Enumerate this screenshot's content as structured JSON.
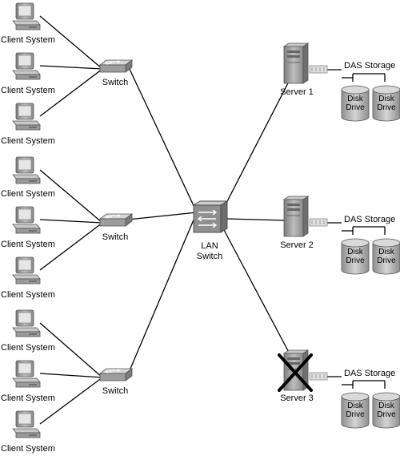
{
  "client_groups": [
    {
      "switch_label": "Switch",
      "clients": [
        "Client System",
        "Client System",
        "Client System"
      ]
    },
    {
      "switch_label": "Switch",
      "clients": [
        "Client System",
        "Client System",
        "Client System"
      ]
    },
    {
      "switch_label": "Switch",
      "clients": [
        "Client System",
        "Client System",
        "Client System"
      ]
    }
  ],
  "core_switch": {
    "label_line1": "LAN",
    "label_line2": "Switch"
  },
  "servers": [
    {
      "label": "Server 1",
      "failed": false,
      "storage_label": "DAS Storage",
      "disks": [
        {
          "line1": "Disk",
          "line2": "Drive"
        },
        {
          "line1": "Disk",
          "line2": "Drive"
        }
      ]
    },
    {
      "label": "Server 2",
      "failed": false,
      "storage_label": "DAS Storage",
      "disks": [
        {
          "line1": "Disk",
          "line2": "Drive"
        },
        {
          "line1": "Disk",
          "line2": "Drive"
        }
      ]
    },
    {
      "label": "Server 3",
      "failed": true,
      "storage_label": "DAS Storage",
      "disks": [
        {
          "line1": "Disk",
          "line2": "Drive"
        },
        {
          "line1": "Disk",
          "line2": "Drive"
        }
      ]
    }
  ],
  "colors": {
    "device_gray": "#a9a9a9",
    "device_dark": "#5f5f5f",
    "line": "#000000",
    "failure_mark": "#000000"
  }
}
